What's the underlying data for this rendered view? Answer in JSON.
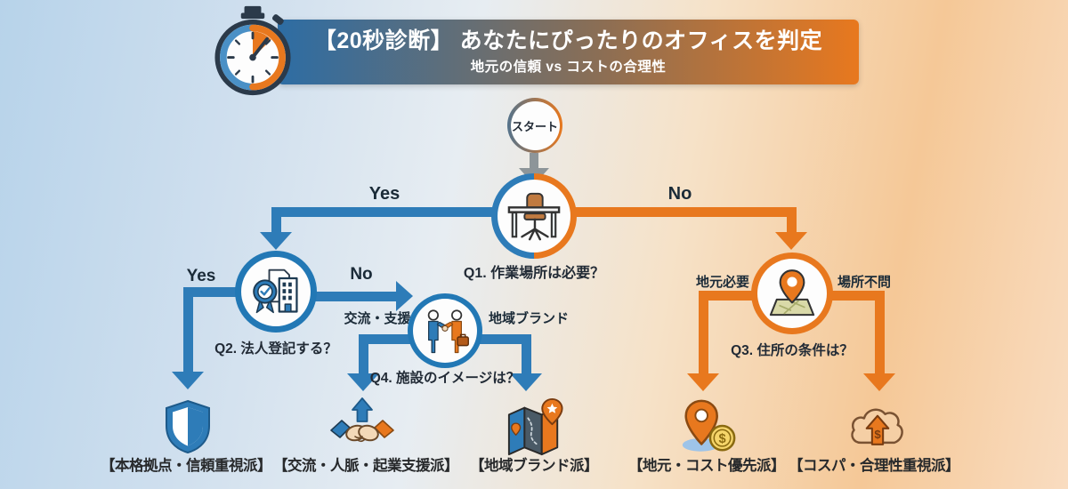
{
  "header": {
    "title": "【20秒診断】 あなたにぴったりのオフィスを判定",
    "subtitle": "地元の信頼 vs コストの合理性",
    "icon": "stopwatch-icon"
  },
  "flow": {
    "start_label": "スタート",
    "q1": {
      "label": "Q1. 作業場所は必要？",
      "icon": "desk-chair-icon",
      "yes": "Yes",
      "no": "No"
    },
    "q2": {
      "label": "Q2. 法人登記する？",
      "icon": "certificate-building-icon",
      "yes": "Yes",
      "no": "No"
    },
    "q4": {
      "label": "Q4. 施設のイメージは？",
      "icon": "handshake-people-icon",
      "left": "交流・支援",
      "right": "地域ブランド"
    },
    "q3": {
      "label": "Q3. 住所の条件は？",
      "icon": "map-pin-icon",
      "left": "地元必要",
      "right": "場所不問"
    }
  },
  "results": [
    {
      "label": "【本格拠点・信頼重視派】",
      "icon": "shield-icon"
    },
    {
      "label": "【交流・人脈・起業支援派】",
      "icon": "handshake-up-arrow-icon"
    },
    {
      "label": "【地域ブランド派】",
      "icon": "folded-map-star-icon"
    },
    {
      "label": "【地元・コスト優先派】",
      "icon": "pin-coin-icon"
    },
    {
      "label": "【コスパ・合理性重視派】",
      "icon": "cloud-upload-icon"
    }
  ],
  "colors": {
    "branch_blue": "#2e7cb8",
    "branch_orange": "#e8781e",
    "banner_blue": "#2d6da4",
    "banner_orange": "#e8781e",
    "background_left": "#b7d3ea",
    "background_right": "#f9dcc0"
  }
}
